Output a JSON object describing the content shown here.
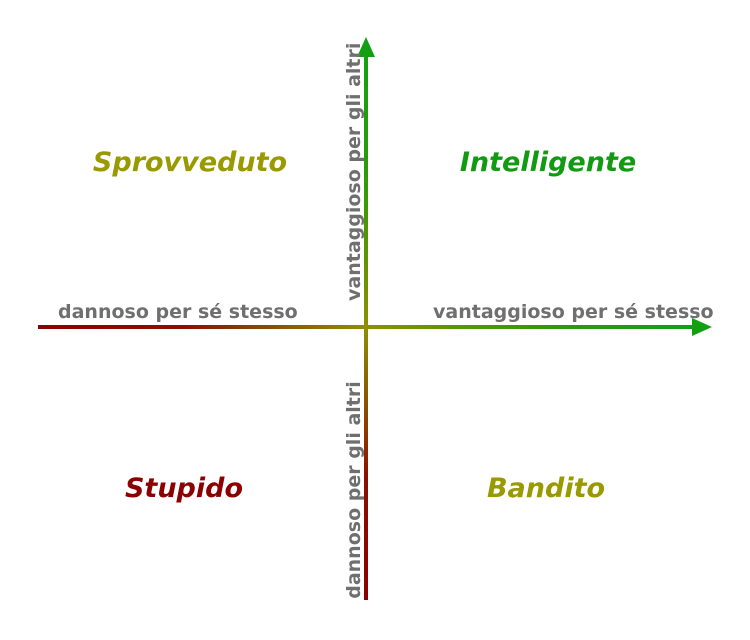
{
  "diagram": {
    "title": "Cipolla stupidity matrix (Italian)",
    "background": "#ffffff"
  },
  "colors": {
    "green": "#12a012",
    "olive": "#999900",
    "dark_red": "#8b0000",
    "gray": "#6f6f6f"
  },
  "quadrants": {
    "top_left": {
      "label": "Sprovveduto",
      "color": "#999900"
    },
    "top_right": {
      "label": "Intelligente",
      "color": "#129a12"
    },
    "bottom_left": {
      "label": "Stupido",
      "color": "#8b0000"
    },
    "bottom_right": {
      "label": "Bandito",
      "color": "#999900"
    }
  },
  "axes": {
    "x_negative": "dannoso per sé stesso",
    "x_positive": "vantaggioso per sé stesso",
    "y_positive": "vantaggioso per gli altri",
    "y_negative": "dannoso per gli altri"
  }
}
